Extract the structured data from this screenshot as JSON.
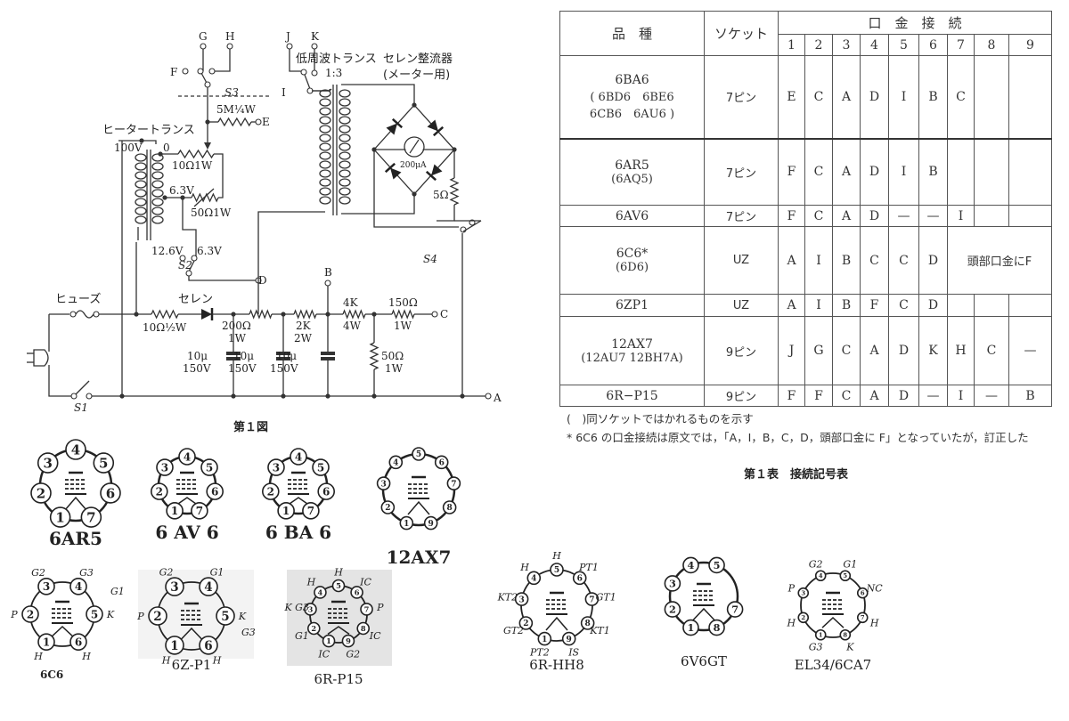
{
  "figure1": {
    "caption": "第１図",
    "labels": {
      "G": "G",
      "H": "H",
      "J": "J",
      "K": "K",
      "F": "F",
      "I": "I",
      "E": "E",
      "D": "D",
      "B": "B",
      "C": "C",
      "A": "A",
      "s3": "S3",
      "s2": "S2",
      "s4": "S4",
      "s1": "S1",
      "r5m": "5M¼W",
      "heater_trans": "ヒータートランス",
      "v100": "100V",
      "zero": "0",
      "r10": "10Ω1W",
      "v63a": "6.3V",
      "r50var": "50Ω1W",
      "v126": "12.6V",
      "v63b": "6.3V",
      "lf_trans": "低周波トランス",
      "ratio": "1:3",
      "selen_rect": "セレン整流器",
      "meter_use": "(メーター用)",
      "meter": "200μA",
      "r5": "5Ω",
      "fuse": "ヒューズ",
      "selen": "セレン",
      "r10half": "10Ω½W",
      "r200": "200Ω",
      "r200w": "1W",
      "r2k": "2K",
      "r2kw": "2W",
      "r4k": "4K",
      "r4kw": "4W",
      "r150": "150Ω",
      "r150w": "1W",
      "c1": "10μ",
      "c1v": "150V",
      "c2": "10μ",
      "c2v": "150V",
      "c3": "10μ",
      "c3v": "150V",
      "r50": "50Ω",
      "r50w": "1W"
    }
  },
  "table1": {
    "caption": "第１表　接続記号表",
    "headers": {
      "type": "品　種",
      "socket": "ソケット",
      "connection": "口　金　接　続",
      "pins": [
        "1",
        "2",
        "3",
        "4",
        "5",
        "6",
        "7",
        "8",
        "9"
      ]
    },
    "rows": [
      {
        "type": "6BA6",
        "sub": [
          "6BD6　6BE6",
          "6CB6　6AU6"
        ],
        "socket": "7ピン",
        "pins": [
          "E",
          "C",
          "A",
          "D",
          "I",
          "B",
          "C",
          "",
          ""
        ]
      },
      {
        "type": "6AR5",
        "sub": [
          "(6AQ5)"
        ],
        "socket": "7ピン",
        "pins": [
          "F",
          "C",
          "A",
          "D",
          "I",
          "B",
          "",
          "",
          ""
        ]
      },
      {
        "type": "6AV6",
        "sub": [],
        "socket": "7ピン",
        "pins": [
          "F",
          "C",
          "A",
          "D",
          "—",
          "—",
          "I",
          "",
          ""
        ]
      },
      {
        "type": "6C6*",
        "sub": [
          "(6D6)"
        ],
        "socket": "UZ",
        "pins": [
          "A",
          "I",
          "B",
          "C",
          "C",
          "D"
        ],
        "merged": "頭部口金にF"
      },
      {
        "type": "6ZP1",
        "sub": [],
        "socket": "UZ",
        "pins": [
          "A",
          "I",
          "B",
          "F",
          "C",
          "D",
          "",
          "",
          ""
        ]
      },
      {
        "type": "12AX7",
        "sub": [
          "(12AU7 12BH7A)"
        ],
        "socket": "9ピン",
        "pins": [
          "J",
          "G",
          "C",
          "A",
          "D",
          "K",
          "H",
          "C",
          "—"
        ]
      },
      {
        "type": "6R−P15",
        "sub": [],
        "socket": "9ピン",
        "pins": [
          "F",
          "F",
          "C",
          "A",
          "D",
          "—",
          "I",
          "—",
          "B"
        ]
      }
    ],
    "note1": "(　)同ソケットではかれるものを示す",
    "note2": "* 6C6 の口金接続は原文では，「A，I，B，C，D，頭部口金に F」となっていたが，訂正した"
  },
  "tubes": [
    {
      "name": "6AR5",
      "slots": 7,
      "pins": [
        {
          "n": "1"
        },
        {
          "n": "2"
        },
        {
          "n": "3"
        },
        {
          "n": "4"
        },
        {
          "n": "5"
        },
        {
          "n": "6"
        },
        {
          "n": "7"
        }
      ]
    },
    {
      "name": "6 AV 6",
      "slots": 7,
      "pins": [
        {
          "n": "1"
        },
        {
          "n": "2"
        },
        {
          "n": "3"
        },
        {
          "n": "4"
        },
        {
          "n": "5"
        },
        {
          "n": "6"
        },
        {
          "n": "7"
        }
      ]
    },
    {
      "name": "6 BA 6",
      "slots": 7,
      "pins": [
        {
          "n": "1"
        },
        {
          "n": "2"
        },
        {
          "n": "3"
        },
        {
          "n": "4"
        },
        {
          "n": "5"
        },
        {
          "n": "6"
        },
        {
          "n": "7"
        }
      ]
    },
    {
      "name": "12AX7",
      "slots": 9,
      "pins": [
        {
          "n": "1"
        },
        {
          "n": "2"
        },
        {
          "n": "3"
        },
        {
          "n": "4"
        },
        {
          "n": "5"
        },
        {
          "n": "6"
        },
        {
          "n": "7"
        },
        {
          "n": "8"
        },
        {
          "n": "9"
        }
      ]
    },
    {
      "name": "6C6",
      "slots": 6,
      "pins": [
        {
          "n": "1",
          "l": "H"
        },
        {
          "n": "2",
          "l": "P"
        },
        {
          "n": "3",
          "l": "G2"
        },
        {
          "n": "4",
          "l": "G3"
        },
        {
          "n": "5",
          "l": "K"
        },
        {
          "n": "6",
          "l": "H"
        }
      ],
      "extra": "G1"
    },
    {
      "name": "6Z-P1",
      "slots": 6,
      "pins": [
        {
          "n": "1",
          "l": "H"
        },
        {
          "n": "2",
          "l": "P"
        },
        {
          "n": "3",
          "l": "G2"
        },
        {
          "n": "4",
          "l": "G1"
        },
        {
          "n": "5",
          "l": "K"
        },
        {
          "n": "6",
          "l": "H"
        }
      ],
      "extra": "G3"
    },
    {
      "name": "6R-P15",
      "slots": 9,
      "pins": [
        {
          "n": "1",
          "l": "IC"
        },
        {
          "n": "2",
          "l": "G1"
        },
        {
          "n": "3",
          "l": "K G3"
        },
        {
          "n": "4",
          "l": "H"
        },
        {
          "n": "5",
          "l": "H"
        },
        {
          "n": "6",
          "l": "IC"
        },
        {
          "n": "7",
          "l": "P"
        },
        {
          "n": "8",
          "l": "IC"
        },
        {
          "n": "9",
          "l": "G2"
        }
      ]
    },
    {
      "name": "6R-HH8",
      "slots": 9,
      "pins": [
        {
          "n": "1",
          "l": "PT2"
        },
        {
          "n": "2",
          "l": "GT2"
        },
        {
          "n": "3",
          "l": "KT2"
        },
        {
          "n": "4",
          "l": "H"
        },
        {
          "n": "5",
          "l": "H"
        },
        {
          "n": "6",
          "l": "PT1"
        },
        {
          "n": "7",
          "l": "GT1"
        },
        {
          "n": "8",
          "l": "KT1"
        },
        {
          "n": "9",
          "l": "IS"
        }
      ]
    },
    {
      "name": "6V6GT",
      "slots": 8,
      "pins": [
        {
          "n": "1"
        },
        {
          "n": "2"
        },
        {
          "n": "3"
        },
        {
          "n": "4"
        },
        {
          "n": "5"
        },
        {
          "n": "7"
        },
        {
          "n": "8"
        }
      ]
    },
    {
      "name": "EL34/6CA7",
      "slots": 8,
      "pins": [
        {
          "n": "1",
          "l": "G3"
        },
        {
          "n": "2",
          "l": "H"
        },
        {
          "n": "3",
          "l": "P"
        },
        {
          "n": "4",
          "l": "G2"
        },
        {
          "n": "5",
          "l": "G1"
        },
        {
          "n": "6",
          "l": "NC"
        },
        {
          "n": "7",
          "l": "H"
        },
        {
          "n": "8",
          "l": "K"
        }
      ]
    }
  ]
}
